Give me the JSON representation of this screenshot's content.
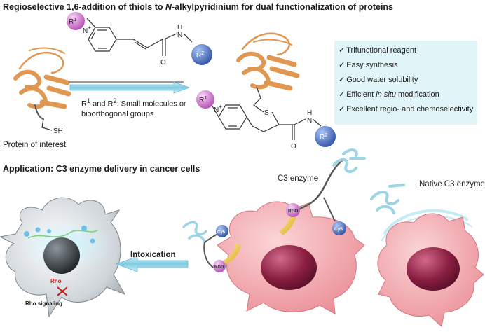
{
  "title": {
    "pre": "Regioselective 1,6-addition of thiols to ",
    "italic": "N",
    "post": "-alkylpyridinium for dual functionalization of proteins"
  },
  "protein_label": "Protein of interest",
  "conditions": {
    "r1": "R",
    "sup1": "1",
    "and": " and R",
    "sup2": "2",
    "rest": ": Small molecules or bioorthogonal groups"
  },
  "features": [
    {
      "text": "Trifunctional reagent"
    },
    {
      "text": "Easy synthesis"
    },
    {
      "text": "Good water solubility"
    },
    {
      "pre": "Efficient ",
      "italic": "in situ",
      "post": " modification"
    },
    {
      "text": "Excellent regio- and chemoselectivity"
    }
  ],
  "check_mark": "✓",
  "application_title": "Application: C3 enzyme delivery in cancer cells",
  "c3_label": "C3 enzyme",
  "native_label": "Native C3 enzyme",
  "intoxication_label": "Intoxication",
  "rho_label": "Rho",
  "rho_signaling_label": "Rho signaling",
  "structure_labels": {
    "sh": "SH",
    "s": "S",
    "n": "N",
    "h": "H",
    "o": "O",
    "plus": "+",
    "r": "R",
    "one": "1",
    "two": "2",
    "rgd": "RGD",
    "cy5": "Cy5"
  },
  "colors": {
    "protein": "#e8a25c",
    "r1_ball": "#c95ec9",
    "r2_ball": "#4a6fc4",
    "cell": "#f2a0a6",
    "nucleus": "#8a2040",
    "arrow": "#8fd3e6",
    "receptor": "#f0c83a",
    "c3_protein": "#9dd5e4",
    "feature_bg": "#e1f4f7"
  },
  "icons": [
    "check-icon",
    "protein-ribbon-icon",
    "cell-icon",
    "inhibit-cross-icon",
    "shield-arc-icon"
  ]
}
